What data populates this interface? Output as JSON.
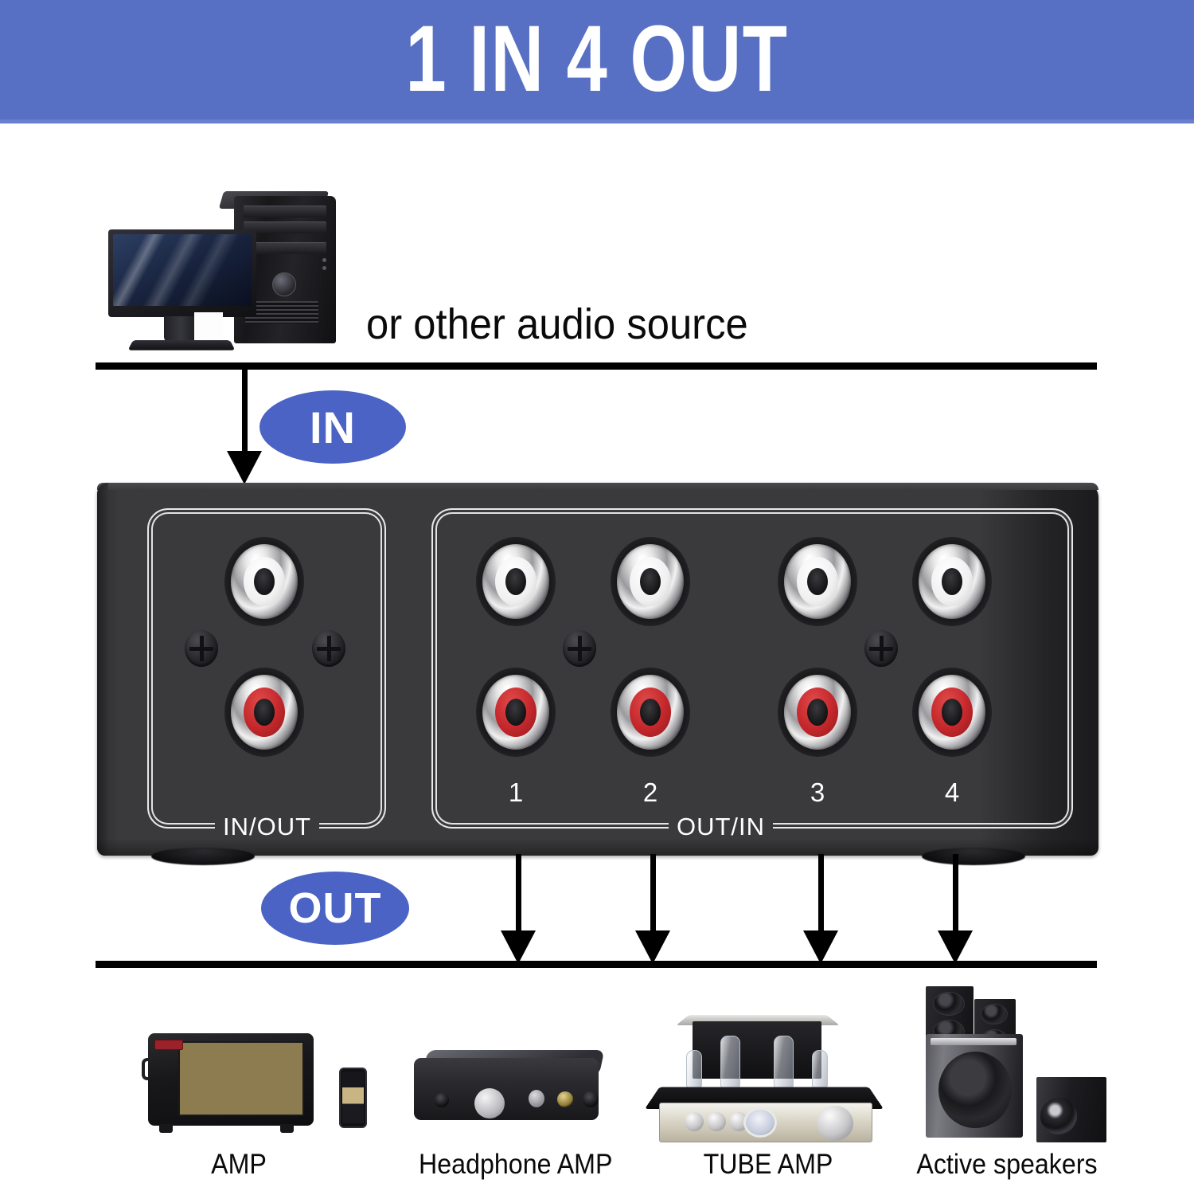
{
  "banner": {
    "title": "1 IN 4 OUT",
    "background_color": "#5770c4",
    "text_color": "#ffffff"
  },
  "source": {
    "icon": "desktop-computer-icon",
    "caption": "or other audio source"
  },
  "flow": {
    "in_label": "IN",
    "out_label": "OUT",
    "pill_color": "#4a63c4",
    "in_arrow_count": 1,
    "out_arrow_count": 4
  },
  "device": {
    "name": "rca-audio-switch-box",
    "body_color": "#3a3a3c",
    "input_panel": {
      "label": "IN/OUT",
      "jacks": [
        {
          "channel": "left",
          "color": "#ffffff",
          "color_name": "white"
        },
        {
          "channel": "right",
          "color": "#c4272b",
          "color_name": "red"
        }
      ],
      "screws": 2
    },
    "output_panel": {
      "label": "OUT/IN",
      "port_numbers": [
        "1",
        "2",
        "3",
        "4"
      ],
      "jacks_per_port": 2,
      "jack_colors": [
        "#ffffff",
        "#c4272b"
      ],
      "screws": 2
    }
  },
  "destinations": [
    {
      "label": "AMP",
      "icon": "guitar-amp-icon"
    },
    {
      "label": "Headphone AMP",
      "icon": "headphone-amp-icon"
    },
    {
      "label": "TUBE AMP",
      "icon": "tube-amp-icon"
    },
    {
      "label": "Active speakers",
      "icon": "active-speakers-icon"
    }
  ]
}
